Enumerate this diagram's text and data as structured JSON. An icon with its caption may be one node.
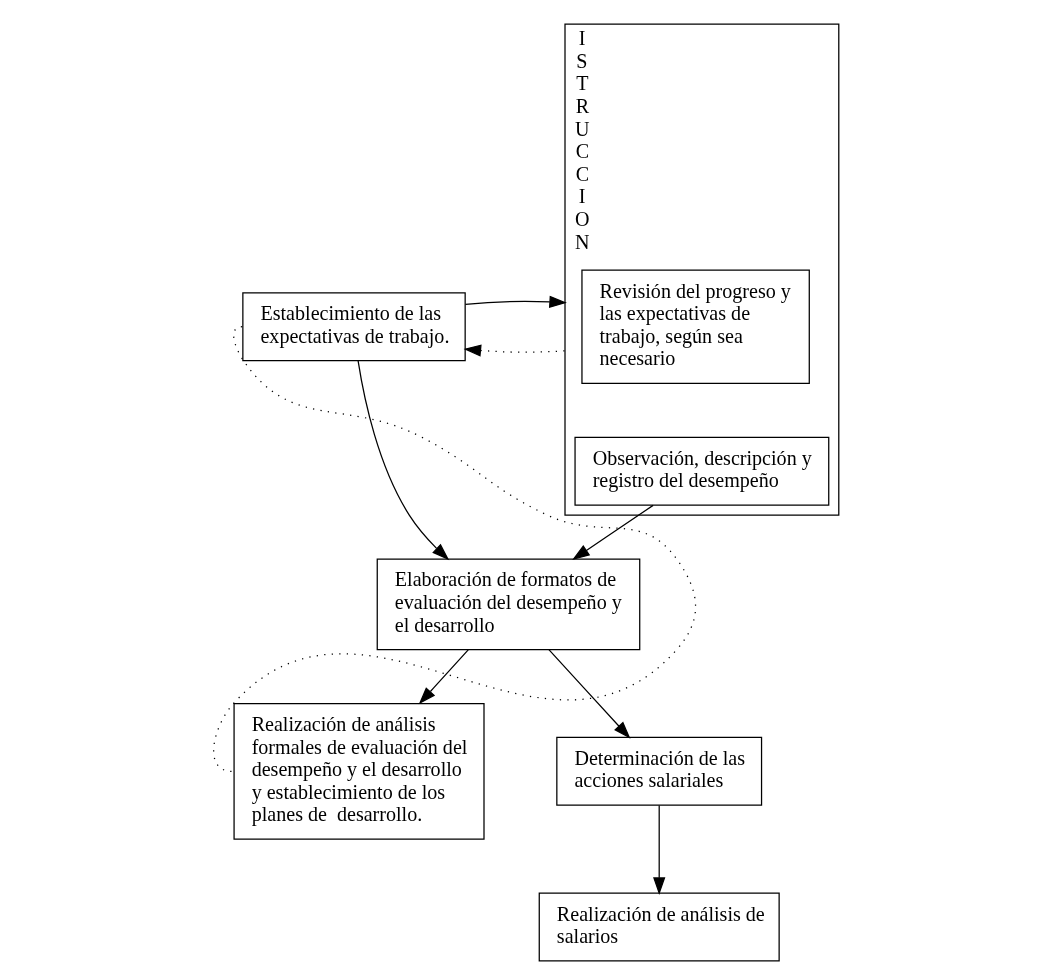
{
  "diagram": {
    "nodes": [
      {
        "text": [
          "Establecimiento de las expectativas de trabajo."
        ]
      },
      {
        "text": [
          "ISTRUCCION"
        ]
      },
      {
        "text": [
          "Revisión del progreso y las expectativas de trabajo, según sea necesario"
        ],
        "in": 1
      },
      {
        "text": [
          "Observación, descripción y registro del desempeño"
        ],
        "in": 1
      },
      {
        "text": [
          "Elaboración de formatos de evaluación del desempeño y el desarrollo"
        ]
      },
      {
        "text": [
          "Realización de análisis formales de evaluación del desempeño y el desarrollo y establecimiento de los planes de  desarrollo."
        ]
      },
      {
        "text": [
          "Determinación de las acciones salariales"
        ]
      },
      {
        "text": [
          "Realización de análisis de salarios"
        ]
      }
    ],
    "edges": [
      {
        "from": 1,
        "to": 0,
        "arrow": "to",
        "style": "dashed"
      },
      {
        "from": 0,
        "to": 1,
        "arrow": "to"
      },
      {
        "from": 0,
        "to": 4,
        "arrow": "to"
      },
      {
        "from": 3,
        "to": 4,
        "arrow": "to"
      },
      {
        "from": 4,
        "to": 5,
        "arrow": "to"
      },
      {
        "from": 4,
        "to": 6,
        "arrow": "to"
      },
      {
        "from": 6,
        "to": 7,
        "arrow": "to"
      },
      {
        "from": 5,
        "to": 0,
        "arrow": "none",
        "style": "dashed"
      }
    ]
  }
}
